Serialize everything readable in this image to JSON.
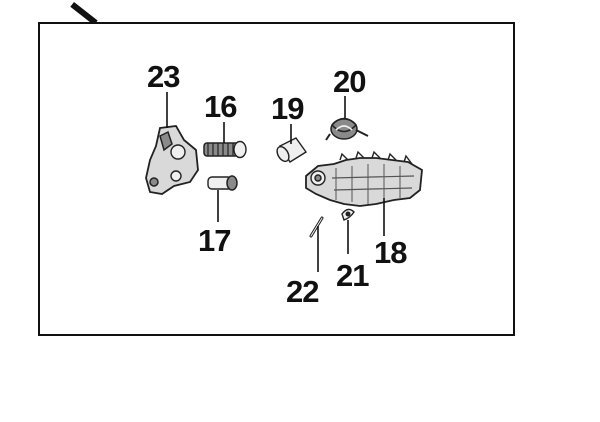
{
  "diagram": {
    "callouts": [
      {
        "id": "23",
        "text": "23"
      },
      {
        "id": "16",
        "text": "16"
      },
      {
        "id": "19",
        "text": "19"
      },
      {
        "id": "20",
        "text": "20"
      },
      {
        "id": "17",
        "text": "17"
      },
      {
        "id": "18",
        "text": "18"
      },
      {
        "id": "21",
        "text": "21"
      },
      {
        "id": "22",
        "text": "22"
      }
    ]
  }
}
